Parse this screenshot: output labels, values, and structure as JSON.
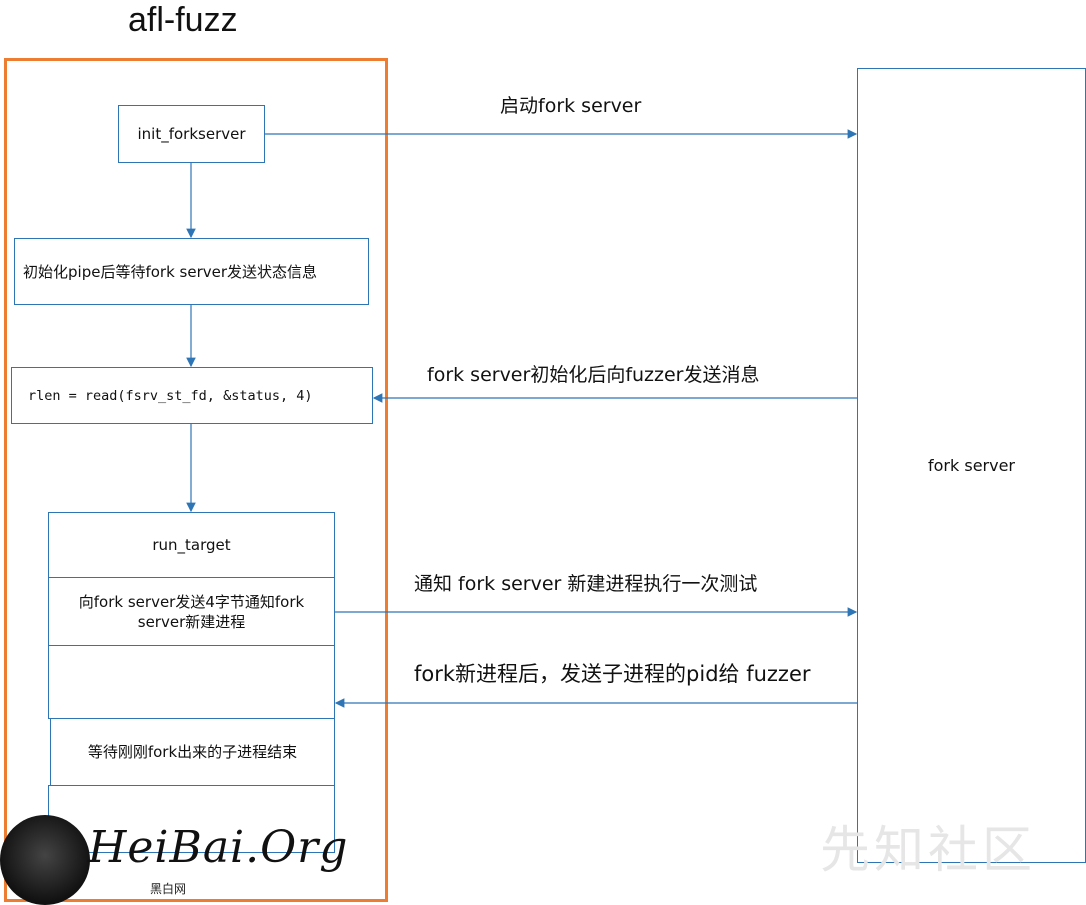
{
  "title": "afl-fuzz",
  "boxes": {
    "init": "init_forkserver",
    "pipe": "初始化pipe后等待fork server发送状态信息",
    "read": "rlen = read(fsrv_st_fd, &status, 4)",
    "run_target": "run_target",
    "notify_line1": "向fork server发送4字节通知fork",
    "notify_line2": "server新建进程",
    "wait": "等待刚刚fork出来的子进程结束",
    "fork_server": "fork server"
  },
  "arrows": {
    "start": "启动fork server",
    "init_msg": "fork server初始化后向fuzzer发送消息",
    "notify": "通知 fork server 新建进程执行一次测试",
    "pid": "fork新进程后，发送子进程的pid给 fuzzer"
  },
  "watermark": {
    "site": "先知社区",
    "logo": "HeiBai.Org",
    "logo_sub": "黑白网"
  },
  "colors": {
    "frame": "#ED7D31",
    "box_border": "#2E75B6",
    "arrow": "#2E75B6"
  }
}
